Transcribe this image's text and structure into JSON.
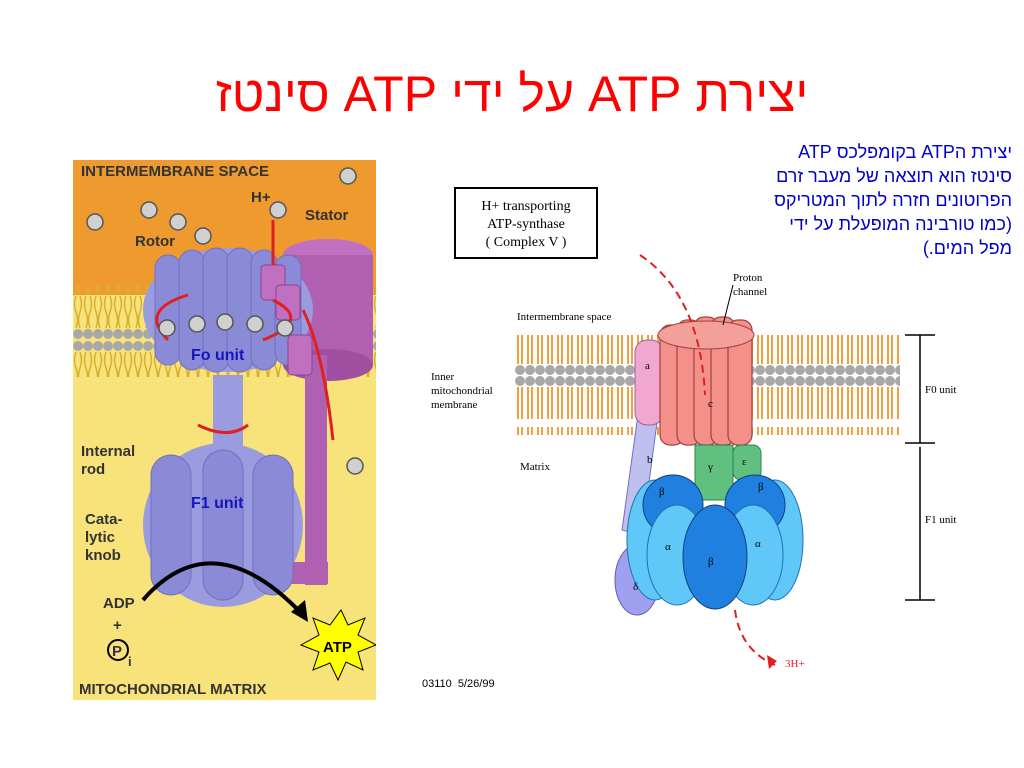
{
  "slide": {
    "title": "יצירת ATP  על ידי ATP סינטז",
    "description_lines": [
      "יצירת הATP בקומפלכס ATP",
      "סינטז הוא תוצאה של מעבר זרם",
      "הפרוטונים חזרה לתוך המטריקס",
      "(כמו טורבינה המופעלת על ידי",
      "מפל המים.)"
    ]
  },
  "left_diagram": {
    "colors": {
      "space": "#ee9a2e",
      "matrix": "#f8e27a",
      "complex": "#9b9be0",
      "stator": "#b060b0",
      "arrow": "#e02020"
    },
    "labels": {
      "top": "INTERMEMBRANE SPACE",
      "h_plus": "H+",
      "stator": "Stator",
      "rotor": "Rotor",
      "fo_unit": "Fo unit",
      "internal_rod_1": "Internal",
      "internal_rod_2": "rod",
      "f1_unit": "F1 unit",
      "catalytic_1": "Cata-",
      "catalytic_2": "lytic",
      "catalytic_3": "knob",
      "adp": "ADP",
      "plus": "+",
      "p": "P",
      "i": "i",
      "atp": "ATP",
      "bottom": "MITOCHONDRIAL MATRIX"
    }
  },
  "right_diagram": {
    "colors": {
      "subunit_c": "#f4908a",
      "subunit_a": "#f0a8d0",
      "subunit_b": "#c0c0f0",
      "gamma": "#60c080",
      "alpha": "#60c8f8",
      "beta": "#2080e0",
      "delta": "#a0a0f0",
      "membrane_lipid": "#f0a040"
    },
    "labels": {
      "box_1": "H+ transporting",
      "box_2": "ATP-synthase",
      "box_3": "( Complex V )",
      "proton_1": "Proton",
      "proton_2": "channel",
      "intermembrane": "Intermembrane space",
      "inner_1": "Inner",
      "inner_2": "mitochondrial",
      "inner_3": "membrane",
      "matrix": "Matrix",
      "f0_unit": "F0 unit",
      "f1_unit": "F1 unit",
      "sub_a": "a",
      "sub_b": "b",
      "sub_c": "c",
      "sub_gamma": "γ",
      "sub_epsilon": "ε",
      "sub_alpha": "α",
      "sub_beta": "β",
      "sub_delta": "δ",
      "exit": "3H+"
    }
  },
  "footer": "03110  5/26/99"
}
